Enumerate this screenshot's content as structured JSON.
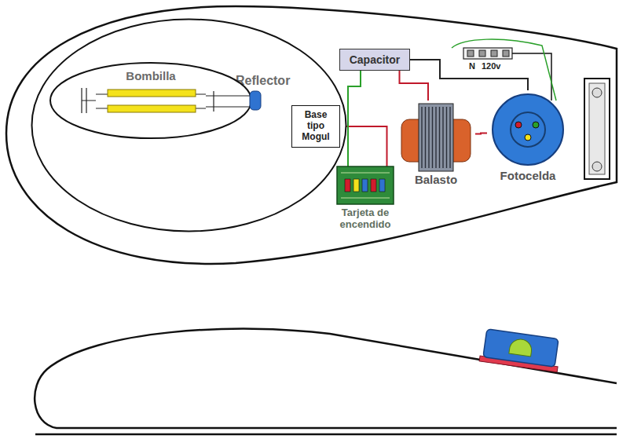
{
  "diagram": {
    "nodes": [
      {
        "text": [
          "Reflector"
        ]
      },
      {
        "text": [
          "Bombilla"
        ],
        "in": 0
      },
      {
        "text": [
          "Base tipo Mogul"
        ]
      },
      {
        "text": [
          "Capacitor"
        ]
      },
      {
        "text": [
          "Balasto"
        ]
      },
      {
        "text": [
          "Fotocelda"
        ]
      },
      {
        "text": [
          "Tarjeta de encendido"
        ]
      }
    ],
    "edges": [
      {
        "from": 6,
        "to": 2,
        "arrow": "none"
      },
      {
        "from": 6,
        "to": 3,
        "arrow": "none"
      },
      {
        "from": 3,
        "to": 4,
        "arrow": "none"
      },
      {
        "from": 4,
        "to": 5,
        "arrow": "none"
      },
      {
        "from": 3,
        "to": 5,
        "arrow": "none"
      }
    ],
    "labels": [
      "N",
      "120v"
    ]
  }
}
